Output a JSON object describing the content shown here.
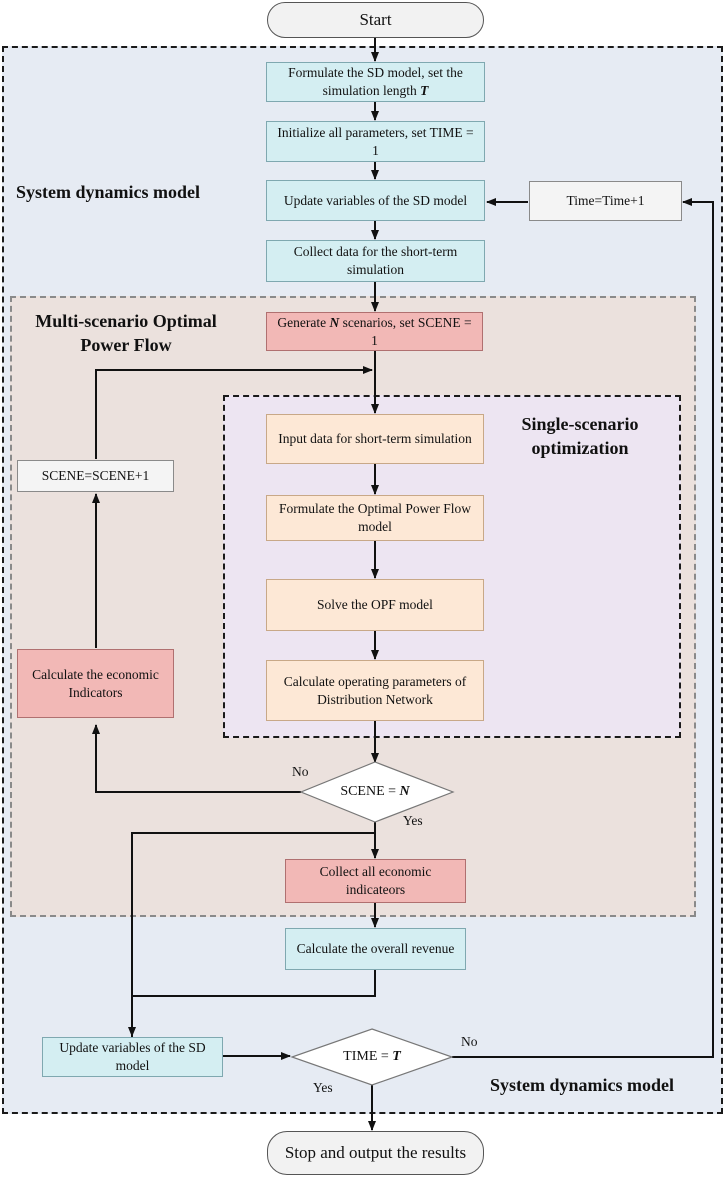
{
  "regions": {
    "sd_title_top": "System dynamics model",
    "sd_title_bottom": "System dynamics model",
    "ms_title": "Multi-scenario Optimal Power Flow",
    "ss_title": "Single-scenario optimization"
  },
  "nodes": {
    "start": "Start",
    "formulate_sd": "Formulate the SD model, set the simulation length",
    "formulate_sd_var": "T",
    "initialize": "Initialize all parameters, set TIME = 1",
    "update_sd": "Update variables of the SD model",
    "time_inc": "Time=Time+1",
    "collect_short": "Collect data for the short-term simulation",
    "generate_pre": "Generate",
    "generate_var": "N",
    "generate_post": "scenarios, set SCENE = 1",
    "input_data": "Input data for short-term simulation",
    "formulate_opf": "Formulate the Optimal Power Flow model",
    "solve_opf": "Solve the OPF model",
    "calc_operating": "Calculate operating parameters of Distribution Network",
    "scene_inc": "SCENE=SCENE+1",
    "calc_econ": "Calculate the economic Indicators",
    "decision_scene_pre": "SCENE = ",
    "decision_scene_var": "N",
    "collect_econ": "Collect all economic indicateors",
    "calc_revenue": "Calculate the overall revenue",
    "update_sd_2": "Update variables of the SD model",
    "decision_time_pre": "TIME = ",
    "decision_time_var": "T",
    "stop": "Stop and output the results"
  },
  "edge_labels": {
    "scene_no": "No",
    "scene_yes": "Yes",
    "time_no": "No",
    "time_yes": "Yes"
  }
}
